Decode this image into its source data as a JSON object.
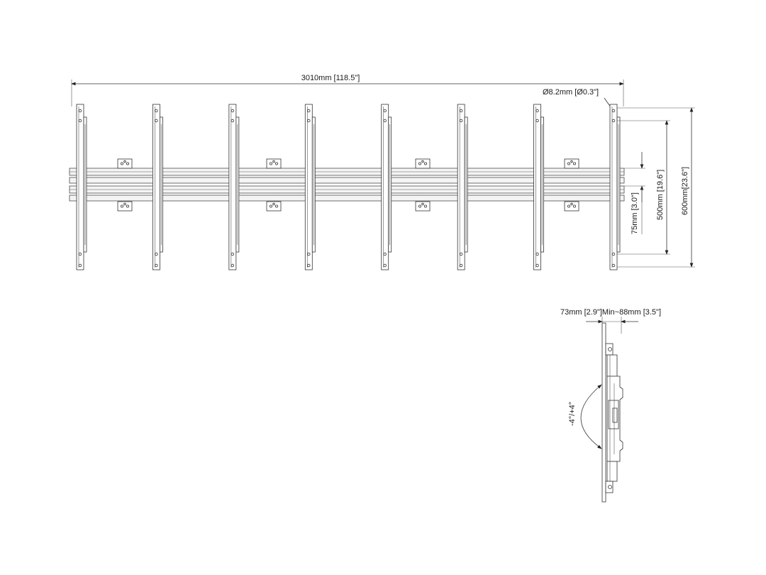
{
  "dimensions": {
    "total_width": "3010mm [118.5\"]",
    "hole_diameter": "Ø8.2mm [Ø0.3\"]",
    "rail_spacing": "75mm [3.0\"]",
    "inner_height": "500mm [19.6\"]",
    "outer_height": "600mm[23.6\"]",
    "side_depth": "73mm [2.9\"]Min~88mm [3.5\"]",
    "tilt": "-4°/+4°"
  },
  "front_view": {
    "bracket_count": 8,
    "clamp_count": 4
  },
  "colors": {
    "line": "#333333",
    "fill": "#ffffff"
  }
}
